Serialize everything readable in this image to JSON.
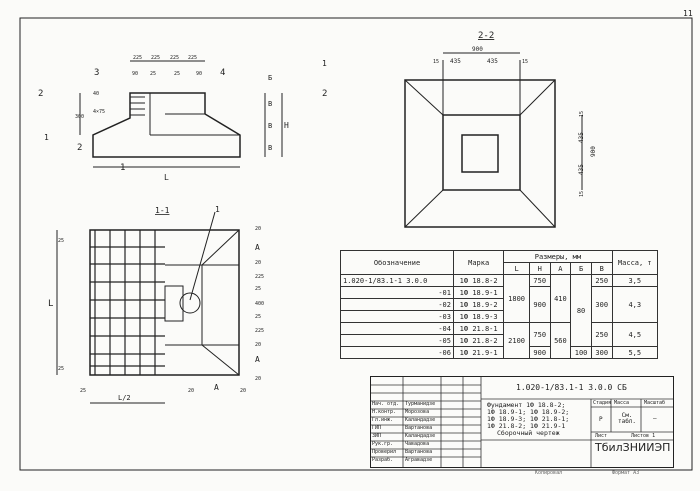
{
  "sheet_number": "11",
  "front_view": {
    "dims_top": [
      "225",
      "225",
      "225",
      "225"
    ],
    "dims_small": [
      "90",
      "25",
      "25",
      "90"
    ],
    "dim_40": "40",
    "dim_4x75": "4×75",
    "dim_300": "300",
    "dim_L": "L",
    "labels_right": [
      "Б",
      "В",
      "В",
      "В"
    ],
    "dim_H": "H",
    "callouts": [
      "3",
      "4",
      "2",
      "1"
    ],
    "section_marks": [
      "2",
      "2",
      "1",
      "1"
    ]
  },
  "section_2_2": {
    "title": "2-2",
    "dims_top": [
      "900",
      "15",
      "435",
      "435",
      "15"
    ],
    "dims_right": [
      "15",
      "435",
      "435",
      "15",
      "900"
    ]
  },
  "section_1_1": {
    "title": "1-1",
    "callout": "1",
    "dims_right": [
      "20",
      "А",
      "20",
      "225",
      "25",
      "400",
      "25",
      "225",
      "20",
      "А",
      "20"
    ],
    "dims_left": [
      "L",
      "25",
      "25"
    ],
    "dims_bottom": [
      "25",
      "L/2",
      "20",
      "А",
      "20"
    ]
  },
  "table": {
    "headers": {
      "designation": "Обозначение",
      "mark": "Марка",
      "sizes": "Размеры, мм",
      "L": "L",
      "H": "H",
      "A": "А",
      "B": "Б",
      "V": "В",
      "mass": "Масса, т"
    },
    "rows": [
      {
        "designation": "1.020-1/83.1-1 3.0.0",
        "mark": "1Ф 18.8-2"
      },
      {
        "designation": "-01",
        "mark": "1Ф 18.9-1"
      },
      {
        "designation": "-02",
        "mark": "1Ф 18.9-2"
      },
      {
        "designation": "-03",
        "mark": "1Ф 18.9-3"
      },
      {
        "designation": "-04",
        "mark": "1Ф 21.8-1"
      },
      {
        "designation": "-05",
        "mark": "1Ф 21.8-2"
      },
      {
        "designation": "-06",
        "mark": "1Ф 21.9-1"
      }
    ],
    "merged": {
      "L1": "1800",
      "L2": "2100",
      "H750a": "750",
      "H900a": "900",
      "H750b": "750",
      "H900b": "900",
      "A1": "410",
      "A2": "560",
      "B1": "80",
      "B2": "100",
      "V250a": "250",
      "V300a": "300",
      "V250b": "250",
      "V300b": "300",
      "M1": "3,5",
      "M2": "4,3",
      "M3": "4,5",
      "M4": "5,5"
    }
  },
  "title_block": {
    "code": "1.020-1/83.1-1 3.0.0 СБ",
    "description": [
      "Фундамент 1Ф 18.8-2;",
      "1Ф 18.9-1; 1Ф 18.9-2;",
      "1Ф 18.9-3; 1Ф 21.8-1;",
      "1Ф 21.8-2; 1Ф 21.9-1",
      "Сборочный чертеж"
    ],
    "stage_label": "Стадия",
    "mass_label": "Масса",
    "scale_label": "Масштаб",
    "stage": "Р",
    "mass": "См. табл.",
    "scale": "—",
    "sheet_label": "Лист",
    "sheets_label": "Листов 1",
    "org": "ТбилЗНИИЭП",
    "people": [
      {
        "role": "Нач. отд.",
        "name": "Турманидзе"
      },
      {
        "role": "Н.контр.",
        "name": "Морозова"
      },
      {
        "role": "Гл.инж.",
        "name": "Каландадзе"
      },
      {
        "role": "ГИП",
        "name": "Вартанова"
      },
      {
        "role": "ЗИП",
        "name": "Каландадзе"
      },
      {
        "role": "Рук.гр.",
        "name": "Чавадова"
      },
      {
        "role": "Проверил",
        "name": "Вартанова"
      },
      {
        "role": "Разраб.",
        "name": "Агравадзе"
      }
    ],
    "footer_copied": "Копировал",
    "footer_format": "Формат А3"
  }
}
